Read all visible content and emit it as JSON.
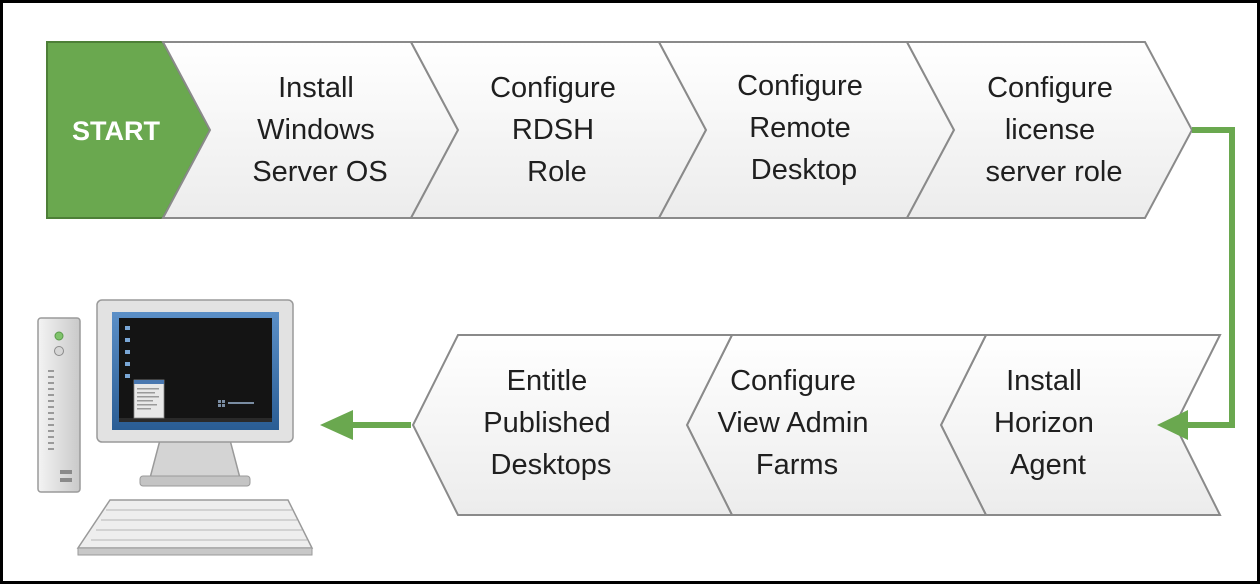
{
  "start": {
    "label": "START",
    "color": "#6aa84f"
  },
  "arrow_color": "#6aa84f",
  "row1": [
    {
      "lines": [
        "Install",
        "Windows",
        "Server OS"
      ]
    },
    {
      "lines": [
        "Configure",
        "RDSH",
        "Role"
      ]
    },
    {
      "lines": [
        "Configure",
        "Remote",
        "Desktop"
      ]
    },
    {
      "lines": [
        "Configure",
        "license",
        "server role"
      ]
    }
  ],
  "row2": [
    {
      "lines": [
        "Install",
        "Horizon",
        "Agent"
      ]
    },
    {
      "lines": [
        "Configure",
        "View Admin",
        "Farms"
      ]
    },
    {
      "lines": [
        "Entitle",
        "Published",
        "Desktops"
      ]
    }
  ],
  "computer": {
    "icon": "desktop-computer-icon"
  }
}
